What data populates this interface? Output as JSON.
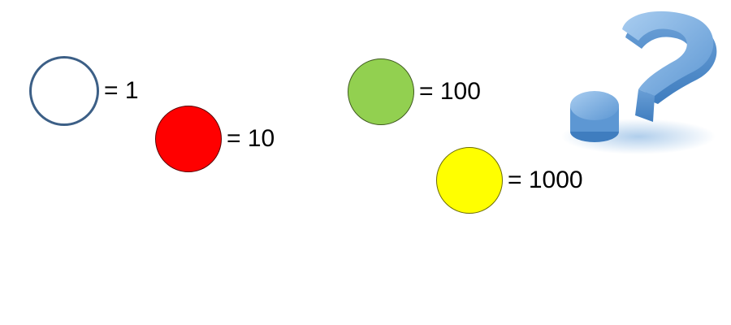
{
  "legend": [
    {
      "id": "1",
      "label": "= 1",
      "color": "#ffffff",
      "outline": "#3c5f86"
    },
    {
      "id": "10",
      "label": "= 10",
      "color": "#ff0000"
    },
    {
      "id": "100",
      "label": "= 100",
      "color": "#92d050"
    },
    {
      "id": "1000",
      "label": "= 1000",
      "color": "#ffff00"
    }
  ],
  "decoration": {
    "icon": "question-mark-icon",
    "color": "#6fa6dc"
  }
}
